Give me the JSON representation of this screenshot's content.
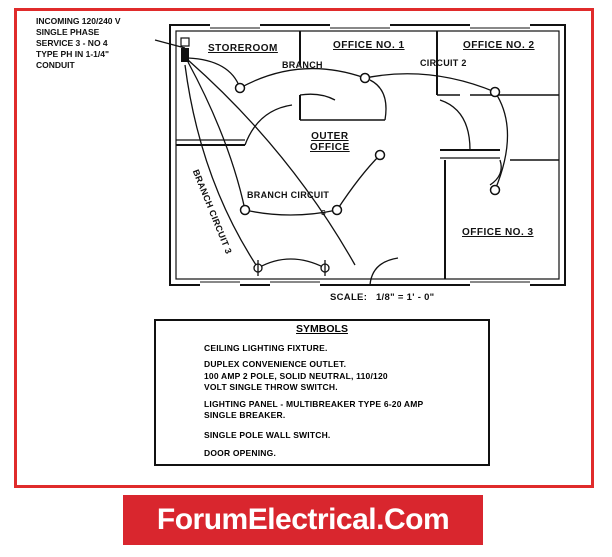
{
  "service_note": [
    "INCOMING 120/240 V",
    "SINGLE PHASE",
    "SERVICE 3 - NO 4",
    "TYPE PH IN 1-1/4\"",
    "CONDUIT"
  ],
  "rooms": {
    "storeroom": "STOREROOM",
    "office1": "OFFICE NO. 1",
    "office2": "OFFICE NO. 2",
    "office3": "OFFICE NO. 3",
    "outer_office_line1": "OUTER",
    "outer_office_line2": "OFFICE"
  },
  "circuits": {
    "branch": "BRANCH",
    "circuit2": "CIRCUIT 2",
    "branch_circuit": "BRANCH CIRCUIT",
    "branch_circuit_vertical": "BRANCH CIRCUIT 3"
  },
  "scale": "SCALE:   1/8\" = 1' - 0\"",
  "symbols": {
    "title": "SYMBOLS",
    "items": [
      "CEILING LIGHTING FIXTURE.",
      "DUPLEX CONVENIENCE OUTLET.",
      "100 AMP 2 POLE, SOLID NEUTRAL, 110/120",
      "VOLT SINGLE THROW SWITCH.",
      "LIGHTING PANEL - MULTIBREAKER TYPE 6-20 AMP",
      "SINGLE BREAKER.",
      "SINGLE POLE WALL SWITCH.",
      "DOOR OPENING."
    ]
  },
  "brand": "ForumElectrical.Com",
  "colors": {
    "frame": "#e02b2b",
    "brand_bg": "#d9262e",
    "ink": "#111111"
  }
}
